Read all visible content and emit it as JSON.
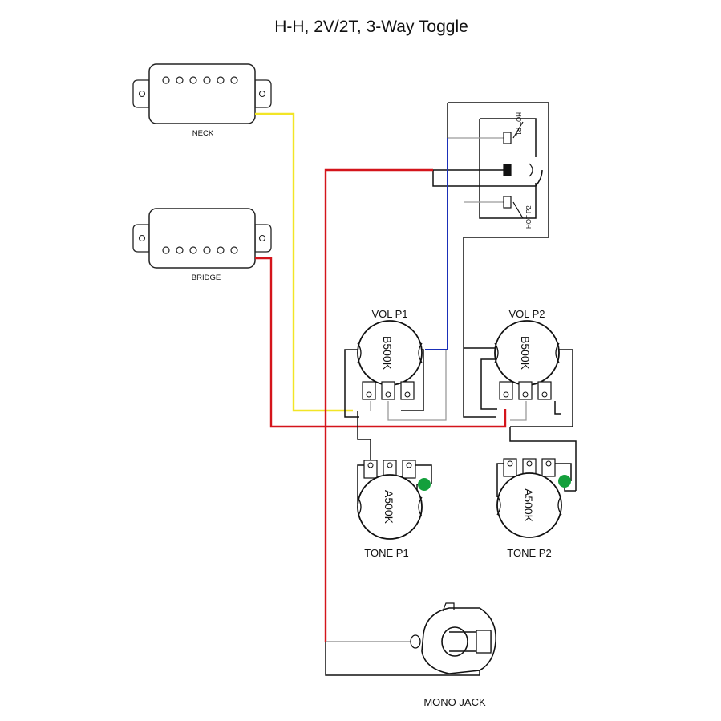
{
  "title": "H-H, 2V/2T, 3-Way Toggle",
  "pickups": {
    "neck": "NECK",
    "bridge": "BRIDGE"
  },
  "pots": {
    "vol_p1": {
      "label": "VOL P1",
      "value": "B500K"
    },
    "vol_p2": {
      "label": "VOL P2",
      "value": "B500K"
    },
    "tone_p1": {
      "label": "TONE P1",
      "value": "A500K"
    },
    "tone_p2": {
      "label": "TONE P2",
      "value": "A500K"
    }
  },
  "switch": {
    "hot_p1": "HOT P1",
    "hot_p2": "HOT P2"
  },
  "jack": "MONO JACK",
  "colors": {
    "yellow_wire": "#f2e526",
    "red_wire": "#d4141b",
    "blue_wire": "#1a2fb8",
    "ground_wire": "#111111",
    "signal_wire": "#9a9a9a",
    "capacitor": "#14a03c"
  }
}
